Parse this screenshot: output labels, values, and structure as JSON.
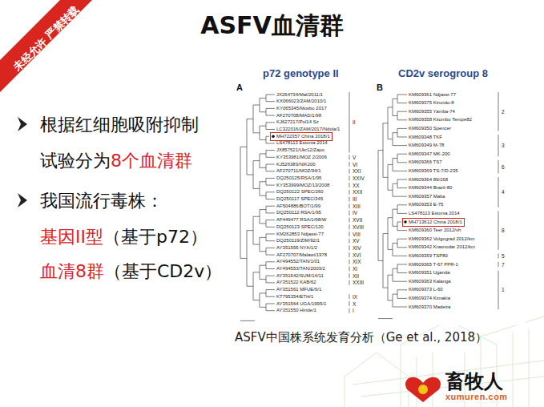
{
  "diagram": {
    "title": "ASFV血清群",
    "caption": "ASFV中国株系统发育分析（Ge et al., 2018）",
    "nodes": [
      {
        "text": [
          "MH722357 China 2018/1"
        ]
      },
      {
        "text": [
          "MH713612 China 2018/1"
        ]
      }
    ],
    "labels": [
      "未经允许 严禁转载",
      "根据红细胞吸附抑制试验分为",
      "8个血清群",
      "我国流行毒株：",
      "基因II型",
      "（基于p72）",
      "血清8群",
      "（基于CD2v）",
      "p72 genotype II",
      "CD2v serogroup 8",
      "A",
      "B",
      "JX264734/Mal/2011/1",
      "KX066023/ZAM/2010/1",
      "KY065345/Mosbo 2017",
      "AF270708/MAD/1/98",
      "KJ627217/Pol14 Sz",
      "LC322016/ZAM/2017/Ndola/1",
      "LS478113 Estonia 2014",
      "JX857521/Ukr12/Zapo",
      "KY353981/MOZ 2/2006",
      "KJ526383/NIK200",
      "AF270711/MOZ/94/1",
      "DQ250125/RSA/1/95",
      "KY353999/MOZ/13/2008",
      "DQ250122 SPEC/260",
      "DQ250117 SPEC/245",
      "AF504886/BOT/1/99",
      "DQ250112 RSA/1/95",
      "AF449477 RSA/1/98/W",
      "DQ250123 SPEC/120",
      "KM262853 Ndjassi-77",
      "DQ250119/ZIM/92/1",
      "AY351555 NYA/1/2",
      "AF270707/Malawi/1978",
      "AY494552/TAN/1/01",
      "AY494553/TAN/2003/2",
      "AY351542/SUM/14/11",
      "AY351522 KAB/62",
      "AY351561 MFUE/6/1",
      "KT795354/ETH/1",
      "AY351564 UGA/1995/1",
      "AY351550 Hinde/1",
      "II",
      "V",
      "VI",
      "XXI",
      "XXIV",
      "XX",
      "XXII",
      "III",
      "XIII",
      "IV",
      "XVII",
      "XVIII",
      "VIII",
      "XV",
      "XIV",
      "XVI",
      "XIX",
      "XI",
      "XII",
      "XXIII",
      "IX",
      "X",
      "I",
      "KM609361 Ndjassi-77",
      "KM609375 Kirundo-8",
      "KM609355 Yamba-74",
      "KM609358 Kitombo Tempe82",
      "KM609350 Spencer",
      "KM609348 TKF",
      "KM609349 M-78",
      "KM609347 MK-200",
      "KM609366 TS7",
      "KM609369 TS-7/D-235",
      "KM609364 89/168",
      "KM609344 Brazil-80",
      "KM609357 Malta",
      "KM609353 E-75",
      "LS478113 Estonia 2014",
      "KM609360 Teer 2012/vh",
      "KM609362 Volgograd 2012/km",
      "KM609342 Krasnodar 2012/km",
      "KM609359 TSP80",
      "KM609365 T-67 PPR-1",
      "KM609351 Uganda",
      "KM609363 Kalanga",
      "KM609373 L-60",
      "KM609374 Kimakia",
      "KM609370 Madeira",
      "2",
      "3",
      "6",
      "4",
      "8",
      "5",
      "7",
      "1",
      "畜牧人",
      "xumuren.com"
    ]
  }
}
